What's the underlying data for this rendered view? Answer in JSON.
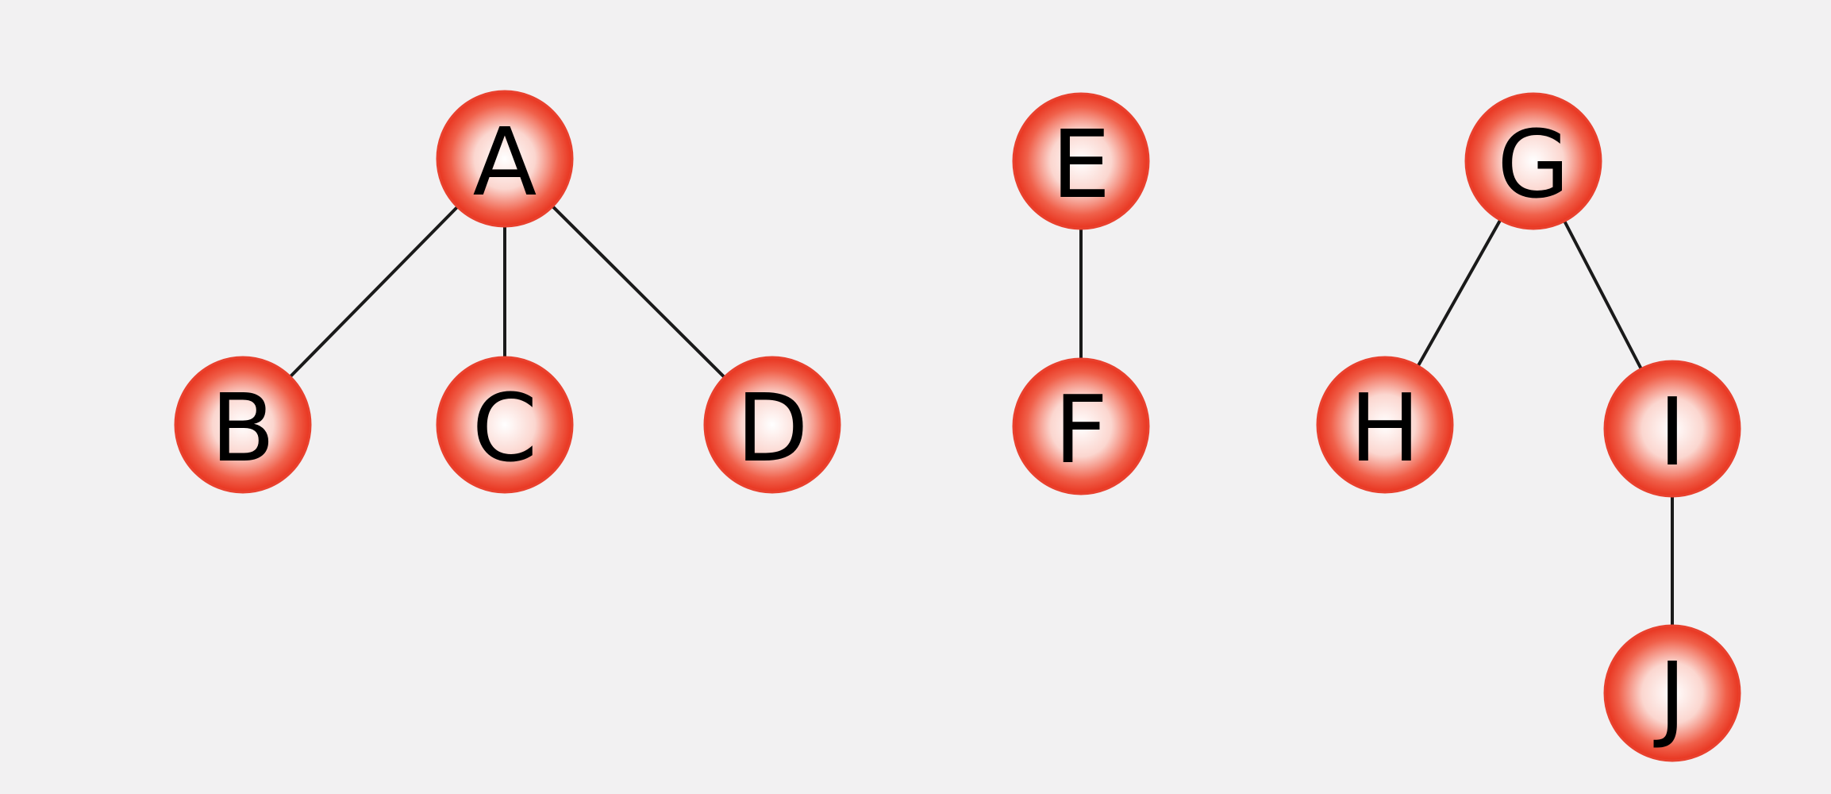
{
  "diagram": {
    "type": "forest",
    "node_colors": {
      "fill_center": "#ffffff",
      "fill_edge": "#ec3b26",
      "label": "#000000",
      "edge": "#1a1a1a",
      "background": "#f2f1f2"
    },
    "nodes": [
      {
        "id": "A",
        "label": "A"
      },
      {
        "id": "B",
        "label": "B"
      },
      {
        "id": "C",
        "label": "C"
      },
      {
        "id": "D",
        "label": "D"
      },
      {
        "id": "E",
        "label": "E"
      },
      {
        "id": "F",
        "label": "F"
      },
      {
        "id": "G",
        "label": "G"
      },
      {
        "id": "H",
        "label": "H"
      },
      {
        "id": "I",
        "label": "I"
      },
      {
        "id": "J",
        "label": "J"
      }
    ],
    "edges": [
      {
        "from": "A",
        "to": "B"
      },
      {
        "from": "A",
        "to": "C"
      },
      {
        "from": "A",
        "to": "D"
      },
      {
        "from": "E",
        "to": "F"
      },
      {
        "from": "G",
        "to": "H"
      },
      {
        "from": "G",
        "to": "I"
      },
      {
        "from": "I",
        "to": "J"
      }
    ]
  }
}
